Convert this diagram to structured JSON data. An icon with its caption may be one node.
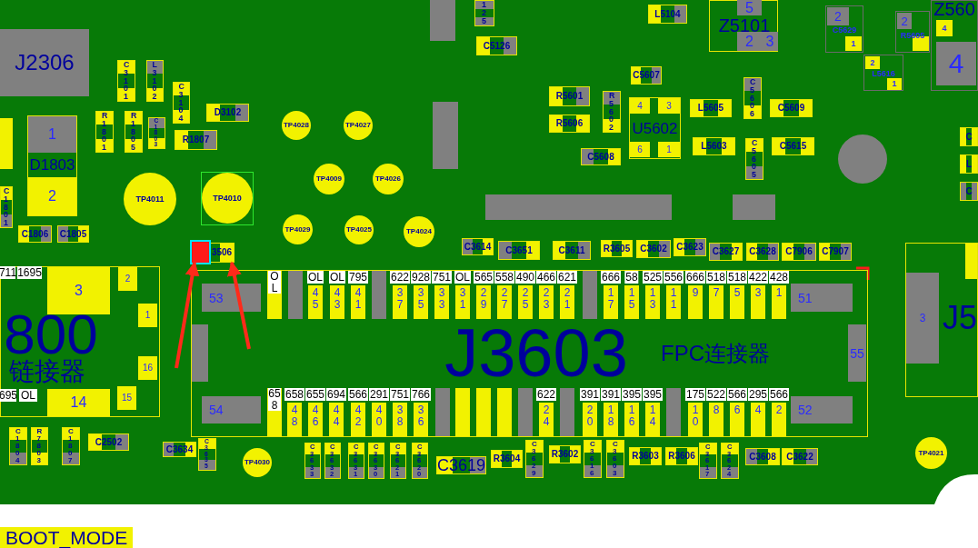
{
  "diagram": {
    "nodes": [
      {
        "text": [
          "J2306"
        ]
      },
      {
        "text": [
          "1",
          "D1803",
          "2"
        ]
      },
      {
        "text": [
          "C3101"
        ]
      },
      {
        "text": [
          "L3102"
        ]
      },
      {
        "text": [
          "C3104"
        ]
      },
      {
        "text": [
          "R1801"
        ]
      },
      {
        "text": [
          "R1805"
        ]
      },
      {
        "text": [
          "C1803"
        ]
      },
      {
        "text": [
          "D3102"
        ]
      },
      {
        "text": [
          "R1807"
        ]
      },
      {
        "text": [
          "C1801"
        ]
      },
      {
        "text": [
          "C1806"
        ]
      },
      {
        "text": [
          "C1805"
        ]
      },
      {
        "text": [
          "TP4011"
        ]
      },
      {
        "text": [
          "TP4010"
        ]
      },
      {
        "text": [
          "TP4028"
        ]
      },
      {
        "text": [
          "TP4027"
        ]
      },
      {
        "text": [
          "TP4009"
        ]
      },
      {
        "text": [
          "TP4026"
        ]
      },
      {
        "text": [
          "TP4029"
        ]
      },
      {
        "text": [
          "TP4025"
        ]
      },
      {
        "text": [
          "TP4024"
        ]
      },
      {
        "text": [
          "125"
        ]
      },
      {
        "text": [
          "C5126"
        ]
      },
      {
        "text": [
          "L5104"
        ]
      },
      {
        "text": [
          "5",
          "Z5101",
          "2",
          "3"
        ]
      },
      {
        "text": [
          "C5607"
        ]
      },
      {
        "text": [
          "R5601"
        ]
      },
      {
        "text": [
          "R5602"
        ]
      },
      {
        "text": [
          "R5606"
        ]
      },
      {
        "text": [
          "4",
          "3",
          "U5602",
          "6",
          "1"
        ]
      },
      {
        "text": [
          "C5608"
        ]
      },
      {
        "text": [
          "L5605"
        ]
      },
      {
        "text": [
          "C5606"
        ]
      },
      {
        "text": [
          "C5609"
        ]
      },
      {
        "text": [
          "L5603"
        ]
      },
      {
        "text": [
          "C5605"
        ]
      },
      {
        "text": [
          "C5615"
        ]
      },
      {
        "text": [
          "2",
          "C5629",
          "1"
        ]
      },
      {
        "text": [
          "2",
          "R5605"
        ]
      },
      {
        "text": [
          "2",
          "L5616",
          "1"
        ]
      },
      {
        "text": [
          "Z560",
          "4",
          "4"
        ]
      },
      {
        "text": [
          "C"
        ]
      },
      {
        "text": [
          "L"
        ]
      },
      {
        "text": [
          "C"
        ]
      },
      {
        "text": [
          "C3614"
        ]
      },
      {
        "text": [
          "C3651"
        ]
      },
      {
        "text": [
          "C3611"
        ]
      },
      {
        "text": [
          "R3605"
        ]
      },
      {
        "text": [
          "C3602"
        ]
      },
      {
        "text": [
          "C3623"
        ]
      },
      {
        "text": [
          "C3627"
        ]
      },
      {
        "text": [
          "C3628"
        ]
      },
      {
        "text": [
          "C7906"
        ]
      },
      {
        "text": [
          "C7907"
        ]
      },
      {
        "text": [
          "3506"
        ]
      },
      {
        "text": [],
        "shape": "box",
        "in": 55
      },
      {
        "text": [
          "711",
          "1695",
          "3",
          "2",
          "1",
          "800",
          "链接器",
          "16",
          "14",
          "695",
          "OL",
          "15"
        ]
      },
      {
        "text": [
          "C1804"
        ]
      },
      {
        "text": [
          "R7803"
        ]
      },
      {
        "text": [
          "C1807"
        ]
      },
      {
        "text": [
          "C2502"
        ]
      },
      {
        "text": [
          "C3634"
        ]
      },
      {
        "text": [
          "C3635"
        ]
      },
      {
        "text": [
          "TP4030"
        ]
      },
      {
        "text": [
          "J3603",
          "FPC连接器"
        ]
      },
      {
        "text": [
          "53"
        ],
        "in": 65
      },
      {
        "text": [
          "54"
        ],
        "in": 65
      },
      {
        "text": [
          "51"
        ],
        "in": 65
      },
      {
        "text": [
          "55"
        ],
        "in": 65
      },
      {
        "text": [
          "52"
        ],
        "in": 65
      },
      {
        "text": [
          "OL"
        ],
        "in": 65
      },
      {
        "text": [],
        "shape": "bar",
        "in": 65
      },
      {
        "text": [
          "OL",
          "45"
        ],
        "in": 65
      },
      {
        "text": [
          "OL",
          "43"
        ],
        "in": 65
      },
      {
        "text": [
          "795",
          "41"
        ],
        "in": 65
      },
      {
        "text": [],
        "shape": "bar",
        "in": 65
      },
      {
        "text": [
          "622",
          "37"
        ],
        "in": 65
      },
      {
        "text": [
          "928",
          "35"
        ],
        "in": 65
      },
      {
        "text": [
          "751",
          "33"
        ],
        "in": 65
      },
      {
        "text": [
          "OL",
          "31"
        ],
        "in": 65
      },
      {
        "text": [
          "565",
          "29"
        ],
        "in": 65
      },
      {
        "text": [
          "558",
          "27"
        ],
        "in": 65
      },
      {
        "text": [
          "490",
          "25"
        ],
        "in": 65
      },
      {
        "text": [
          "466",
          "23"
        ],
        "in": 65
      },
      {
        "text": [
          "621",
          "21"
        ],
        "in": 65
      },
      {
        "text": [],
        "shape": "bar",
        "in": 65
      },
      {
        "text": [
          "666",
          "17"
        ],
        "in": 65
      },
      {
        "text": [
          "58",
          "15"
        ],
        "in": 65
      },
      {
        "text": [
          "525",
          "13"
        ],
        "in": 65
      },
      {
        "text": [
          "556",
          "11"
        ],
        "in": 65
      },
      {
        "text": [
          "666",
          "9"
        ],
        "in": 65
      },
      {
        "text": [
          "518",
          "7"
        ],
        "in": 65
      },
      {
        "text": [
          "518",
          "5"
        ],
        "in": 65
      },
      {
        "text": [
          "422",
          "3"
        ],
        "in": 65
      },
      {
        "text": [
          "428",
          "1"
        ],
        "in": 65
      },
      {
        "text": [
          "658"
        ],
        "in": 65
      },
      {
        "text": [
          "658",
          "48"
        ],
        "in": 65
      },
      {
        "text": [
          "655",
          "46"
        ],
        "in": 65
      },
      {
        "text": [
          "694",
          "44"
        ],
        "in": 65
      },
      {
        "text": [
          "566",
          "42"
        ],
        "in": 65
      },
      {
        "text": [
          "291",
          "40"
        ],
        "in": 65
      },
      {
        "text": [
          "751",
          "38"
        ],
        "in": 65
      },
      {
        "text": [
          "766",
          "36"
        ],
        "in": 65
      },
      {
        "text": [],
        "shape": "bar",
        "in": 65
      },
      {
        "text": [],
        "shape": "bar",
        "in": 65
      },
      {
        "text": [],
        "shape": "bar",
        "in": 65
      },
      {
        "text": [],
        "shape": "bar",
        "in": 65
      },
      {
        "text": [],
        "shape": "bar",
        "in": 65
      },
      {
        "text": [
          "622",
          "24"
        ],
        "in": 65
      },
      {
        "text": [],
        "shape": "bar",
        "in": 65
      },
      {
        "text": [
          "391",
          "20"
        ],
        "in": 65
      },
      {
        "text": [
          "391",
          "18"
        ],
        "in": 65
      },
      {
        "text": [
          "395",
          "16"
        ],
        "in": 65
      },
      {
        "text": [
          "395",
          "14"
        ],
        "in": 65
      },
      {
        "text": [],
        "shape": "bar",
        "in": 65
      },
      {
        "text": [
          "175",
          "10"
        ],
        "in": 65
      },
      {
        "text": [
          "522",
          "8"
        ],
        "in": 65
      },
      {
        "text": [
          "566",
          "6"
        ],
        "in": 65
      },
      {
        "text": [
          "295",
          "4"
        ],
        "in": 65
      },
      {
        "text": [
          "566",
          "2"
        ],
        "in": 65
      },
      {
        "text": [
          "3",
          "J5"
        ]
      },
      {
        "text": [
          "C3619"
        ]
      },
      {
        "text": [
          "C3633"
        ]
      },
      {
        "text": [
          "C3632"
        ]
      },
      {
        "text": [
          "C3631"
        ]
      },
      {
        "text": [
          "C3630"
        ]
      },
      {
        "text": [
          "C3621"
        ]
      },
      {
        "text": [
          "C3620"
        ]
      },
      {
        "text": [
          "R3604"
        ]
      },
      {
        "text": [
          "C3629"
        ]
      },
      {
        "text": [
          "R3602"
        ]
      },
      {
        "text": [
          "C3616"
        ]
      },
      {
        "text": [
          "C3603"
        ]
      },
      {
        "text": [
          "R3603"
        ]
      },
      {
        "text": [
          "R3606"
        ]
      },
      {
        "text": [
          "C3617"
        ]
      },
      {
        "text": [
          "C3624"
        ]
      },
      {
        "text": [
          "C3608"
        ]
      },
      {
        "text": [
          "C3622"
        ]
      },
      {
        "text": [
          "TP4021"
        ]
      }
    ],
    "edges": [
      {
        "from": null,
        "to": 56,
        "arrow": "to"
      },
      {
        "from": null,
        "to": 55,
        "arrow": "to"
      }
    ],
    "labels": [
      "BOOT_MODE"
    ]
  }
}
